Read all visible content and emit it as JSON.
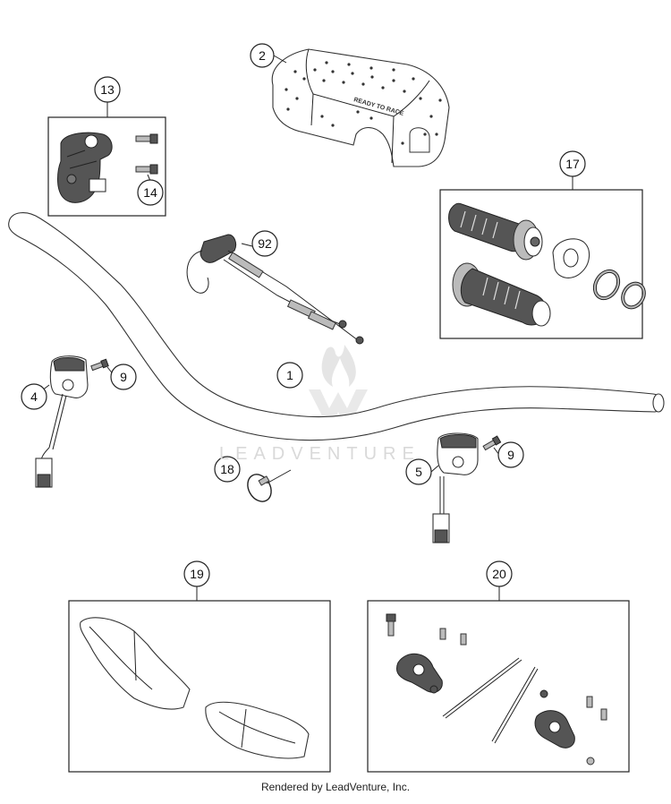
{
  "callouts": {
    "c1": "1",
    "c2": "2",
    "c4": "4",
    "c5": "5",
    "c9a": "9",
    "c9b": "9",
    "c13": "13",
    "c14": "14",
    "c17": "17",
    "c18": "18",
    "c19": "19",
    "c20": "20",
    "c92": "92"
  },
  "pad_print": "READY TO RACE",
  "watermark": "LEADVENTURE",
  "footer": "Rendered by LeadVenture, Inc."
}
